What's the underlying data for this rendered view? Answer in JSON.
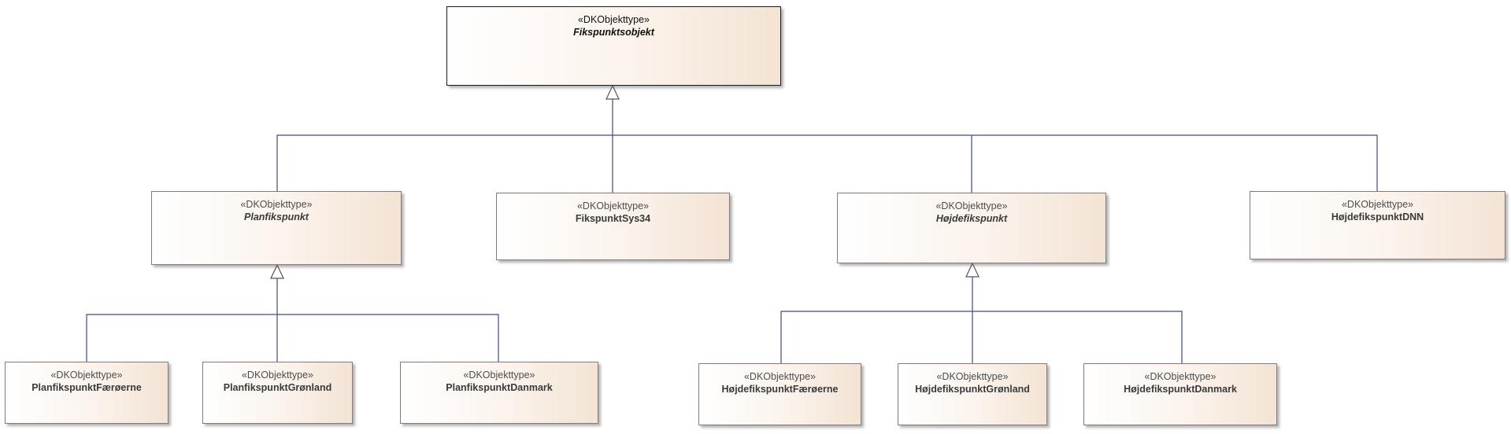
{
  "diagram": {
    "classes": {
      "fikspunktsobjekt": {
        "stereotype": "«DKObjekttype»",
        "name": "Fikspunktsobjekt"
      },
      "planfikspunkt": {
        "stereotype": "«DKObjekttype»",
        "name": "Planfikspunkt"
      },
      "fikspunktsys34": {
        "stereotype": "«DKObjekttype»",
        "name": "FikspunktSys34"
      },
      "hojdefikspunkt": {
        "stereotype": "«DKObjekttype»",
        "name": "Højdefikspunkt"
      },
      "hojdefikspunktdnn": {
        "stereotype": "«DKObjekttype»",
        "name": "HøjdefikspunktDNN"
      },
      "planfikspunktfaeroerne": {
        "stereotype": "«DKObjekttype»",
        "name": "PlanfikspunktFærøerne"
      },
      "planfikspunktgronland": {
        "stereotype": "«DKObjekttype»",
        "name": "PlanfikspunktGrønland"
      },
      "planfikspunktdanmark": {
        "stereotype": "«DKObjekttype»",
        "name": "PlanfikspunktDanmark"
      },
      "hojdefikspunktfaeroerne": {
        "stereotype": "«DKObjekttype»",
        "name": "HøjdefikspunktFærøerne"
      },
      "hojdefikspunktgronland": {
        "stereotype": "«DKObjekttype»",
        "name": "HøjdefikspunktGrønland"
      },
      "hojdefikspunktdanmark": {
        "stereotype": "«DKObjekttype»",
        "name": "HøjdefikspunktDanmark"
      }
    },
    "colors": {
      "edge": "#3f4a86",
      "box_border": "#8a7878",
      "box_fill_end": "#f3e3d4"
    }
  }
}
